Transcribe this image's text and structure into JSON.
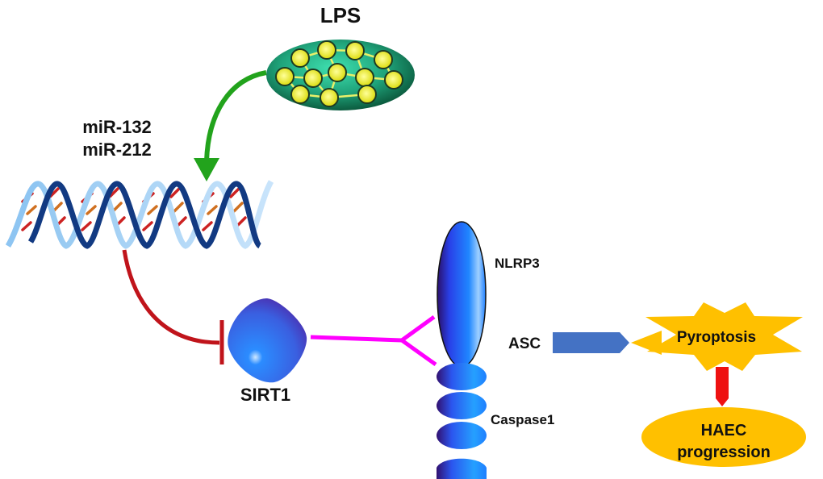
{
  "diagram": {
    "title": "LPS-induced miR-132/miR-212 pathway",
    "nodes": {
      "lps": {
        "label": "LPS"
      },
      "mirna_1": {
        "label": "miR-132"
      },
      "mirna_2": {
        "label": "miR-212"
      },
      "sirt1": {
        "label": "SIRT1"
      },
      "nlrp3": {
        "label": "NLRP3"
      },
      "asc": {
        "label": "ASC"
      },
      "caspase1": {
        "label": "Caspase1"
      },
      "pyroptosis": {
        "label": "Pyroptosis"
      },
      "haec_1": {
        "label": "HAEC"
      },
      "haec_2": {
        "label": "progression"
      }
    },
    "edges": [
      {
        "from": "LPS",
        "to": "miR-132/miR-212",
        "type": "activation",
        "color": "#22a31c"
      },
      {
        "from": "miR-132/miR-212",
        "to": "SIRT1",
        "type": "inhibition",
        "color": "#c0141b"
      },
      {
        "from": "SIRT1",
        "to": "NLRP3",
        "type": "interaction",
        "color": "#ff00ff"
      },
      {
        "from": "ASC",
        "to": "Pyroptosis",
        "type": "activation",
        "color": "#4472c4"
      },
      {
        "from": "Pyroptosis",
        "to": "HAEC progression",
        "type": "activation",
        "color": "#ee1111"
      }
    ],
    "colors": {
      "gold": "#ffc000",
      "protein_blue": "#1f7fff",
      "lps_green": "#1fa37a"
    }
  }
}
